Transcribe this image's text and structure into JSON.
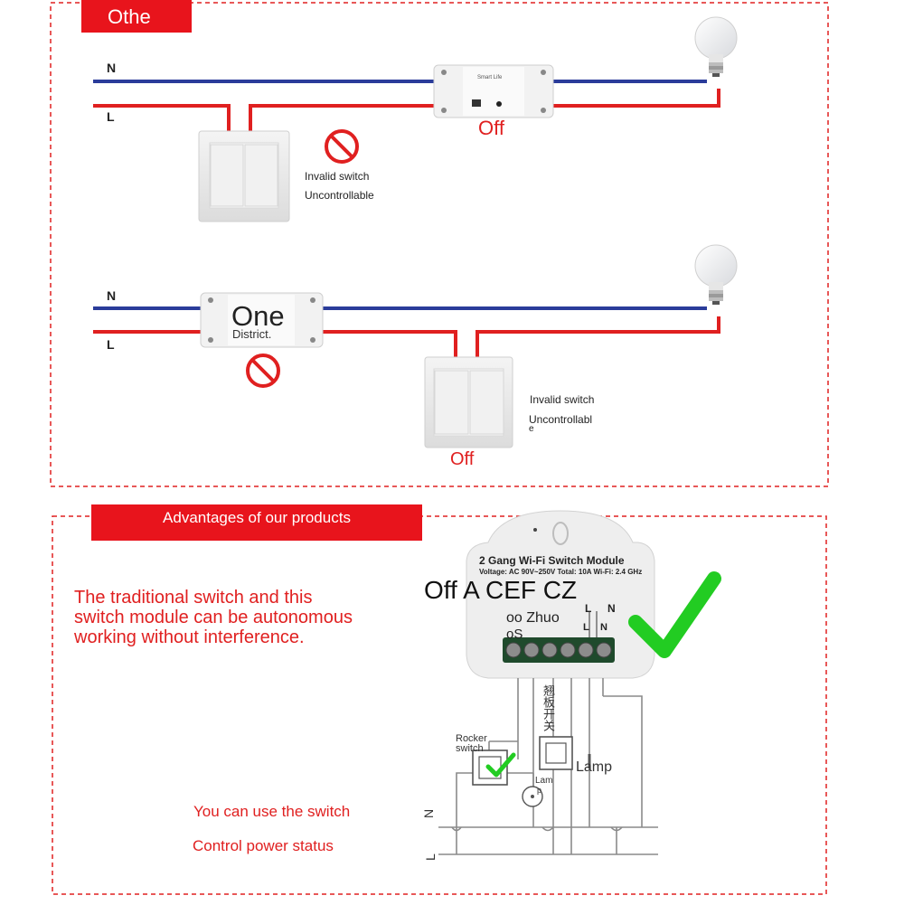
{
  "panel1": {
    "title": "Othe",
    "wire_n": "N",
    "wire_l": "L",
    "module_brand": "Smart Life",
    "state": "Off",
    "note_line1": "Invalid switch",
    "note_line2": "Uncontrollable"
  },
  "panel2": {
    "wire_n": "N",
    "wire_l": "L",
    "module_big": "One",
    "module_small": "District.",
    "state": "Off",
    "note_line1": "Invalid switch",
    "note_line2a": "Uncontrollabl",
    "note_line2b": "e"
  },
  "panel3": {
    "title": "Advantages of our products",
    "desc_line1": "The traditional switch and this",
    "desc_line2": "switch module can be autonomous",
    "desc_line3": "working without interference.",
    "bottom_line1": "You can use the switch",
    "bottom_line2": "Control power status",
    "module_title": "2 Gang Wi-Fi Switch Module",
    "module_spec": "Voltage: AC 90V~250V  Total: 10A  Wi-Fi: 2.4 GHz",
    "overlay_main": "Off A CEF CZ",
    "overlay_sub1": "oo Zhuo",
    "overlay_sub2": "oS",
    "term_l": "L",
    "term_n": "N",
    "rocker_label1": "Rocker",
    "rocker_label2": "switch",
    "cn_label": "翘板开关",
    "lamp_small1": "Lam",
    "lamp_small2": "p",
    "lamp_big": "Lamp",
    "bus_n": "N",
    "bus_l": "L"
  },
  "colors": {
    "accent_red": "#e8141c",
    "wire_blue": "#2a3c9a",
    "wire_red": "#e02020",
    "check_green": "#22cc22"
  }
}
